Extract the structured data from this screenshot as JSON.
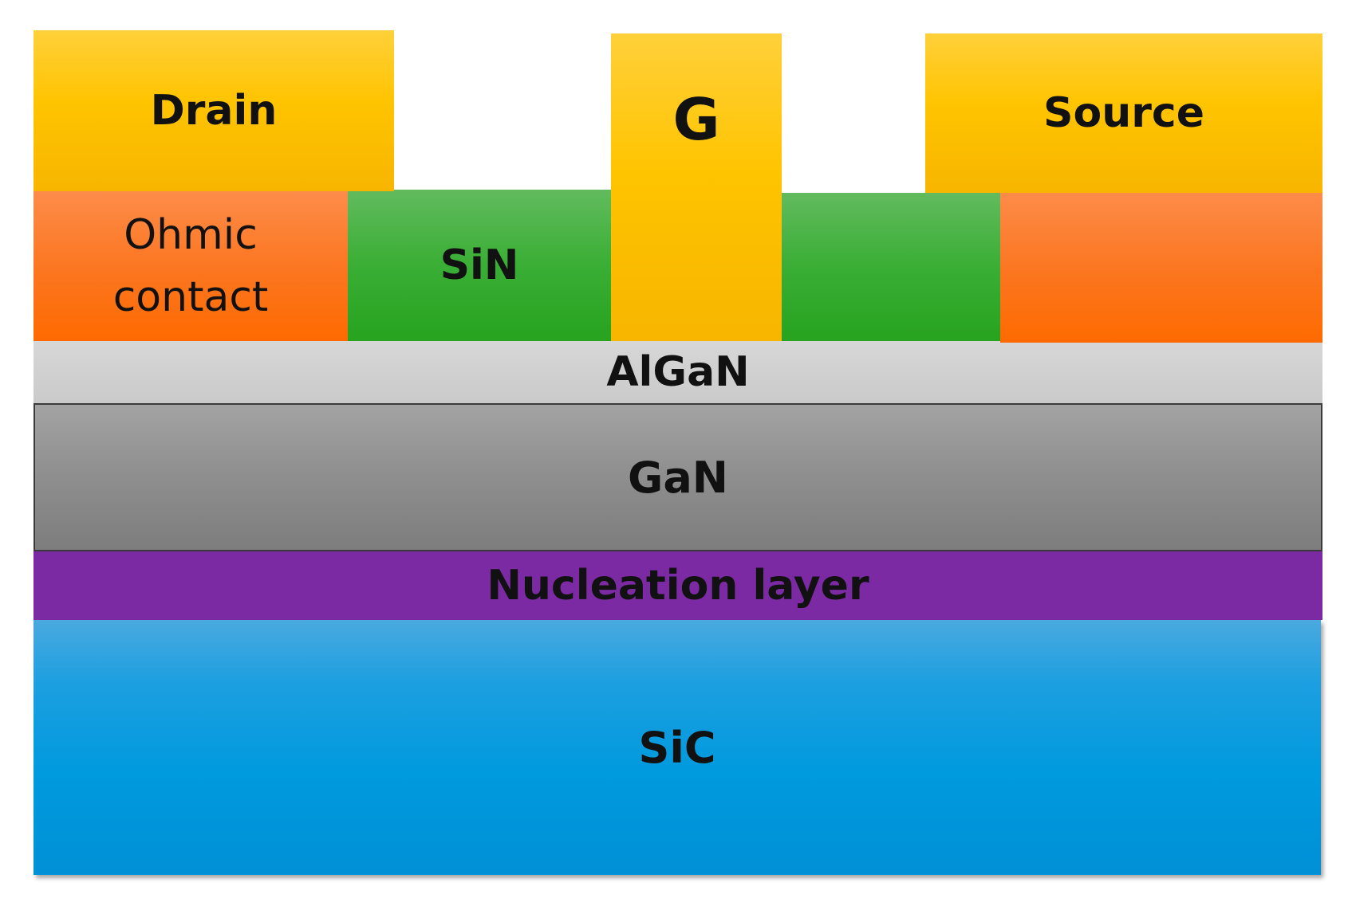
{
  "layers": {
    "drain": "Drain",
    "gate": "G",
    "source": "Source",
    "ohmic_left_line1": "Ohmic",
    "ohmic_left_line2": "contact",
    "sin": "SiN",
    "algan": "AlGaN",
    "gan": "GaN",
    "nucleation": "Nucleation layer",
    "sic": "SiC"
  },
  "colors": {
    "metal": "#ffc400",
    "ohmic": "#fc7722",
    "sin": "#3aae35",
    "algan": "#cccccc",
    "gan": "#8e8e8e",
    "nucleation": "#7b2aa3",
    "sic": "#009ade"
  }
}
